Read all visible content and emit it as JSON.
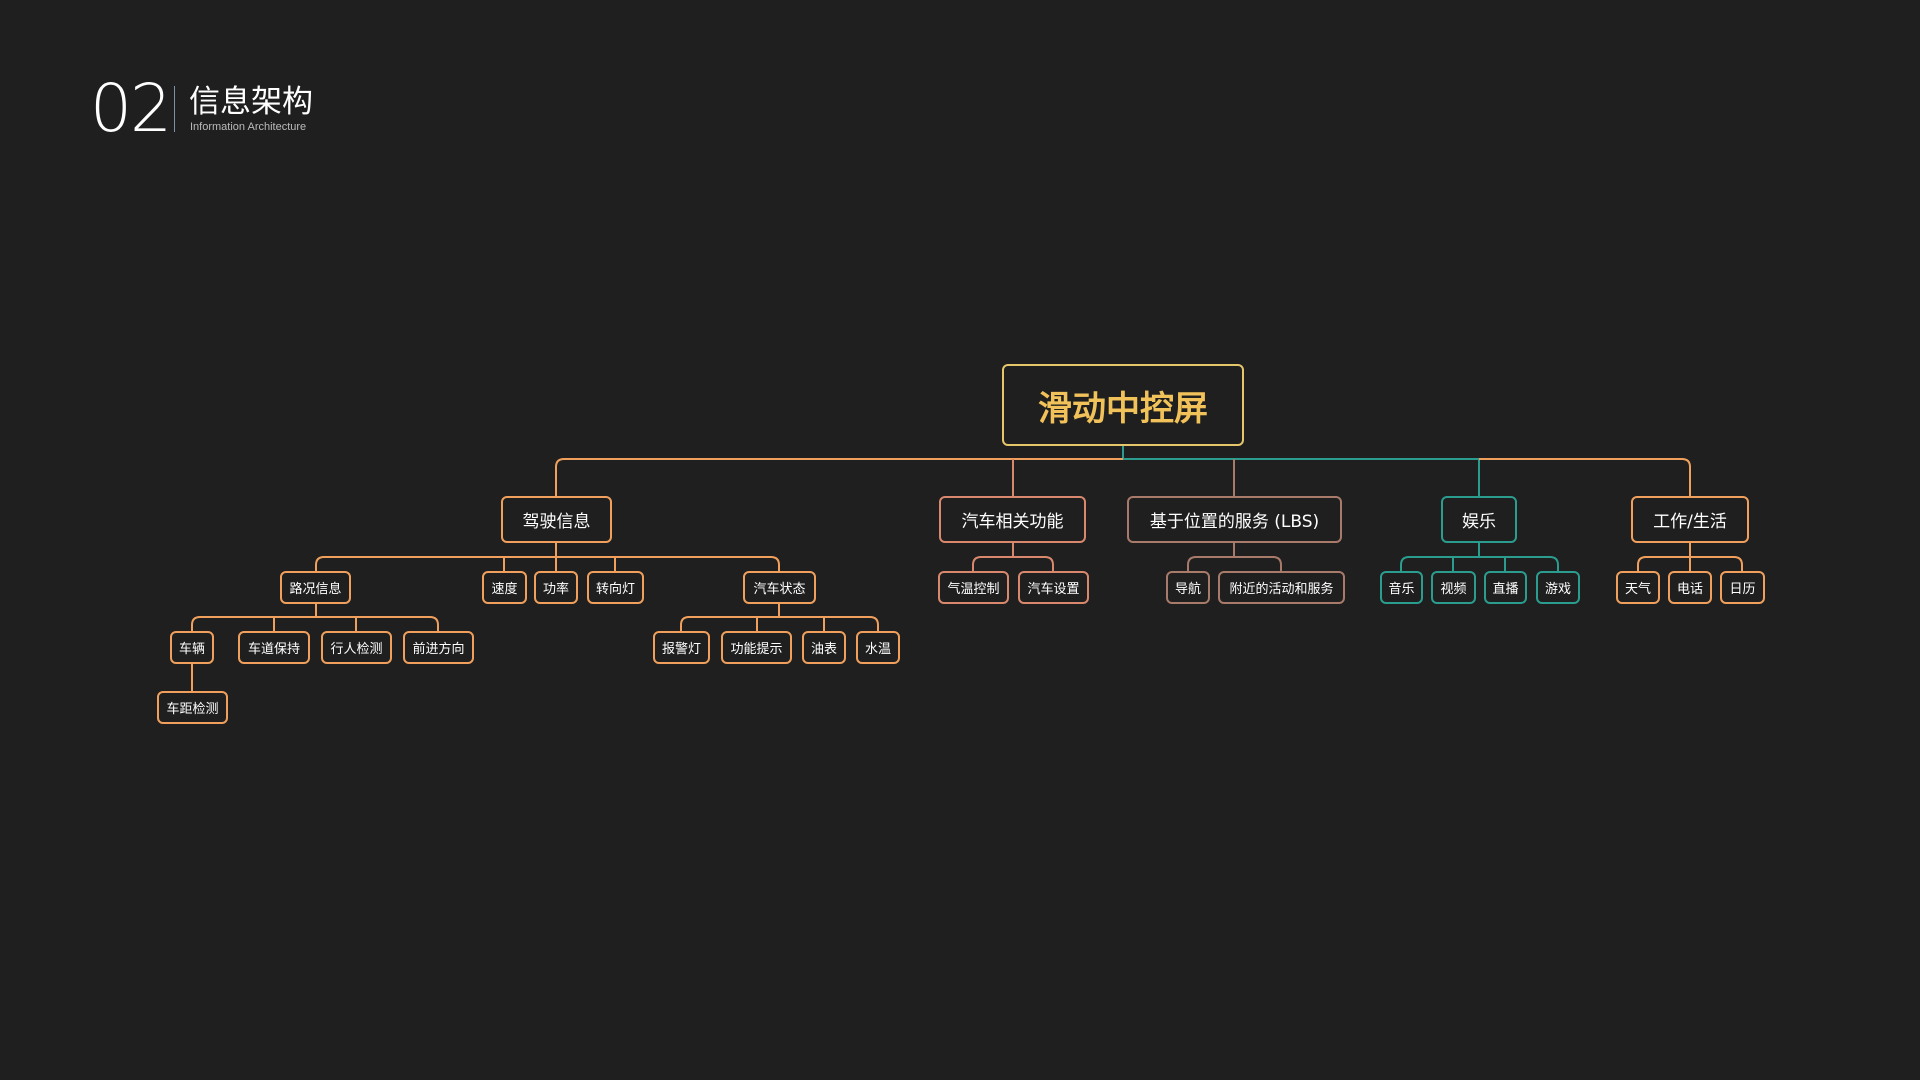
{
  "header": {
    "number": "02",
    "title": "信息架构",
    "subtitle": "Information Architecture"
  },
  "colors": {
    "root": "#e6c66a",
    "orange": "#f0a05c",
    "salmon": "#d9886e",
    "brown": "#a87a6a",
    "teal": "#2a9d8f"
  },
  "tree": {
    "root": "滑动中控屏",
    "driving": {
      "label": "驾驶信息",
      "road": {
        "label": "路况信息",
        "vehicle": "车辆",
        "lane": "车道保持",
        "pedestrian": "行人检测",
        "direction": "前进方向",
        "distance": "车距检测"
      },
      "speed": "速度",
      "power": "功率",
      "turn": "转向灯",
      "status": {
        "label": "汽车状态",
        "warning": "报警灯",
        "hint": "功能提示",
        "fuel": "油表",
        "water": "水温"
      }
    },
    "car": {
      "label": "汽车相关功能",
      "climate": "气温控制",
      "settings": "汽车设置"
    },
    "lbs": {
      "label": "基于位置的服务 (LBS)",
      "nav": "导航",
      "nearby": "附近的活动和服务"
    },
    "ent": {
      "label": "娱乐",
      "music": "音乐",
      "video": "视频",
      "live": "直播",
      "games": "游戏"
    },
    "work": {
      "label": "工作/生活",
      "weather": "天气",
      "phone": "电话",
      "calendar": "日历"
    }
  }
}
